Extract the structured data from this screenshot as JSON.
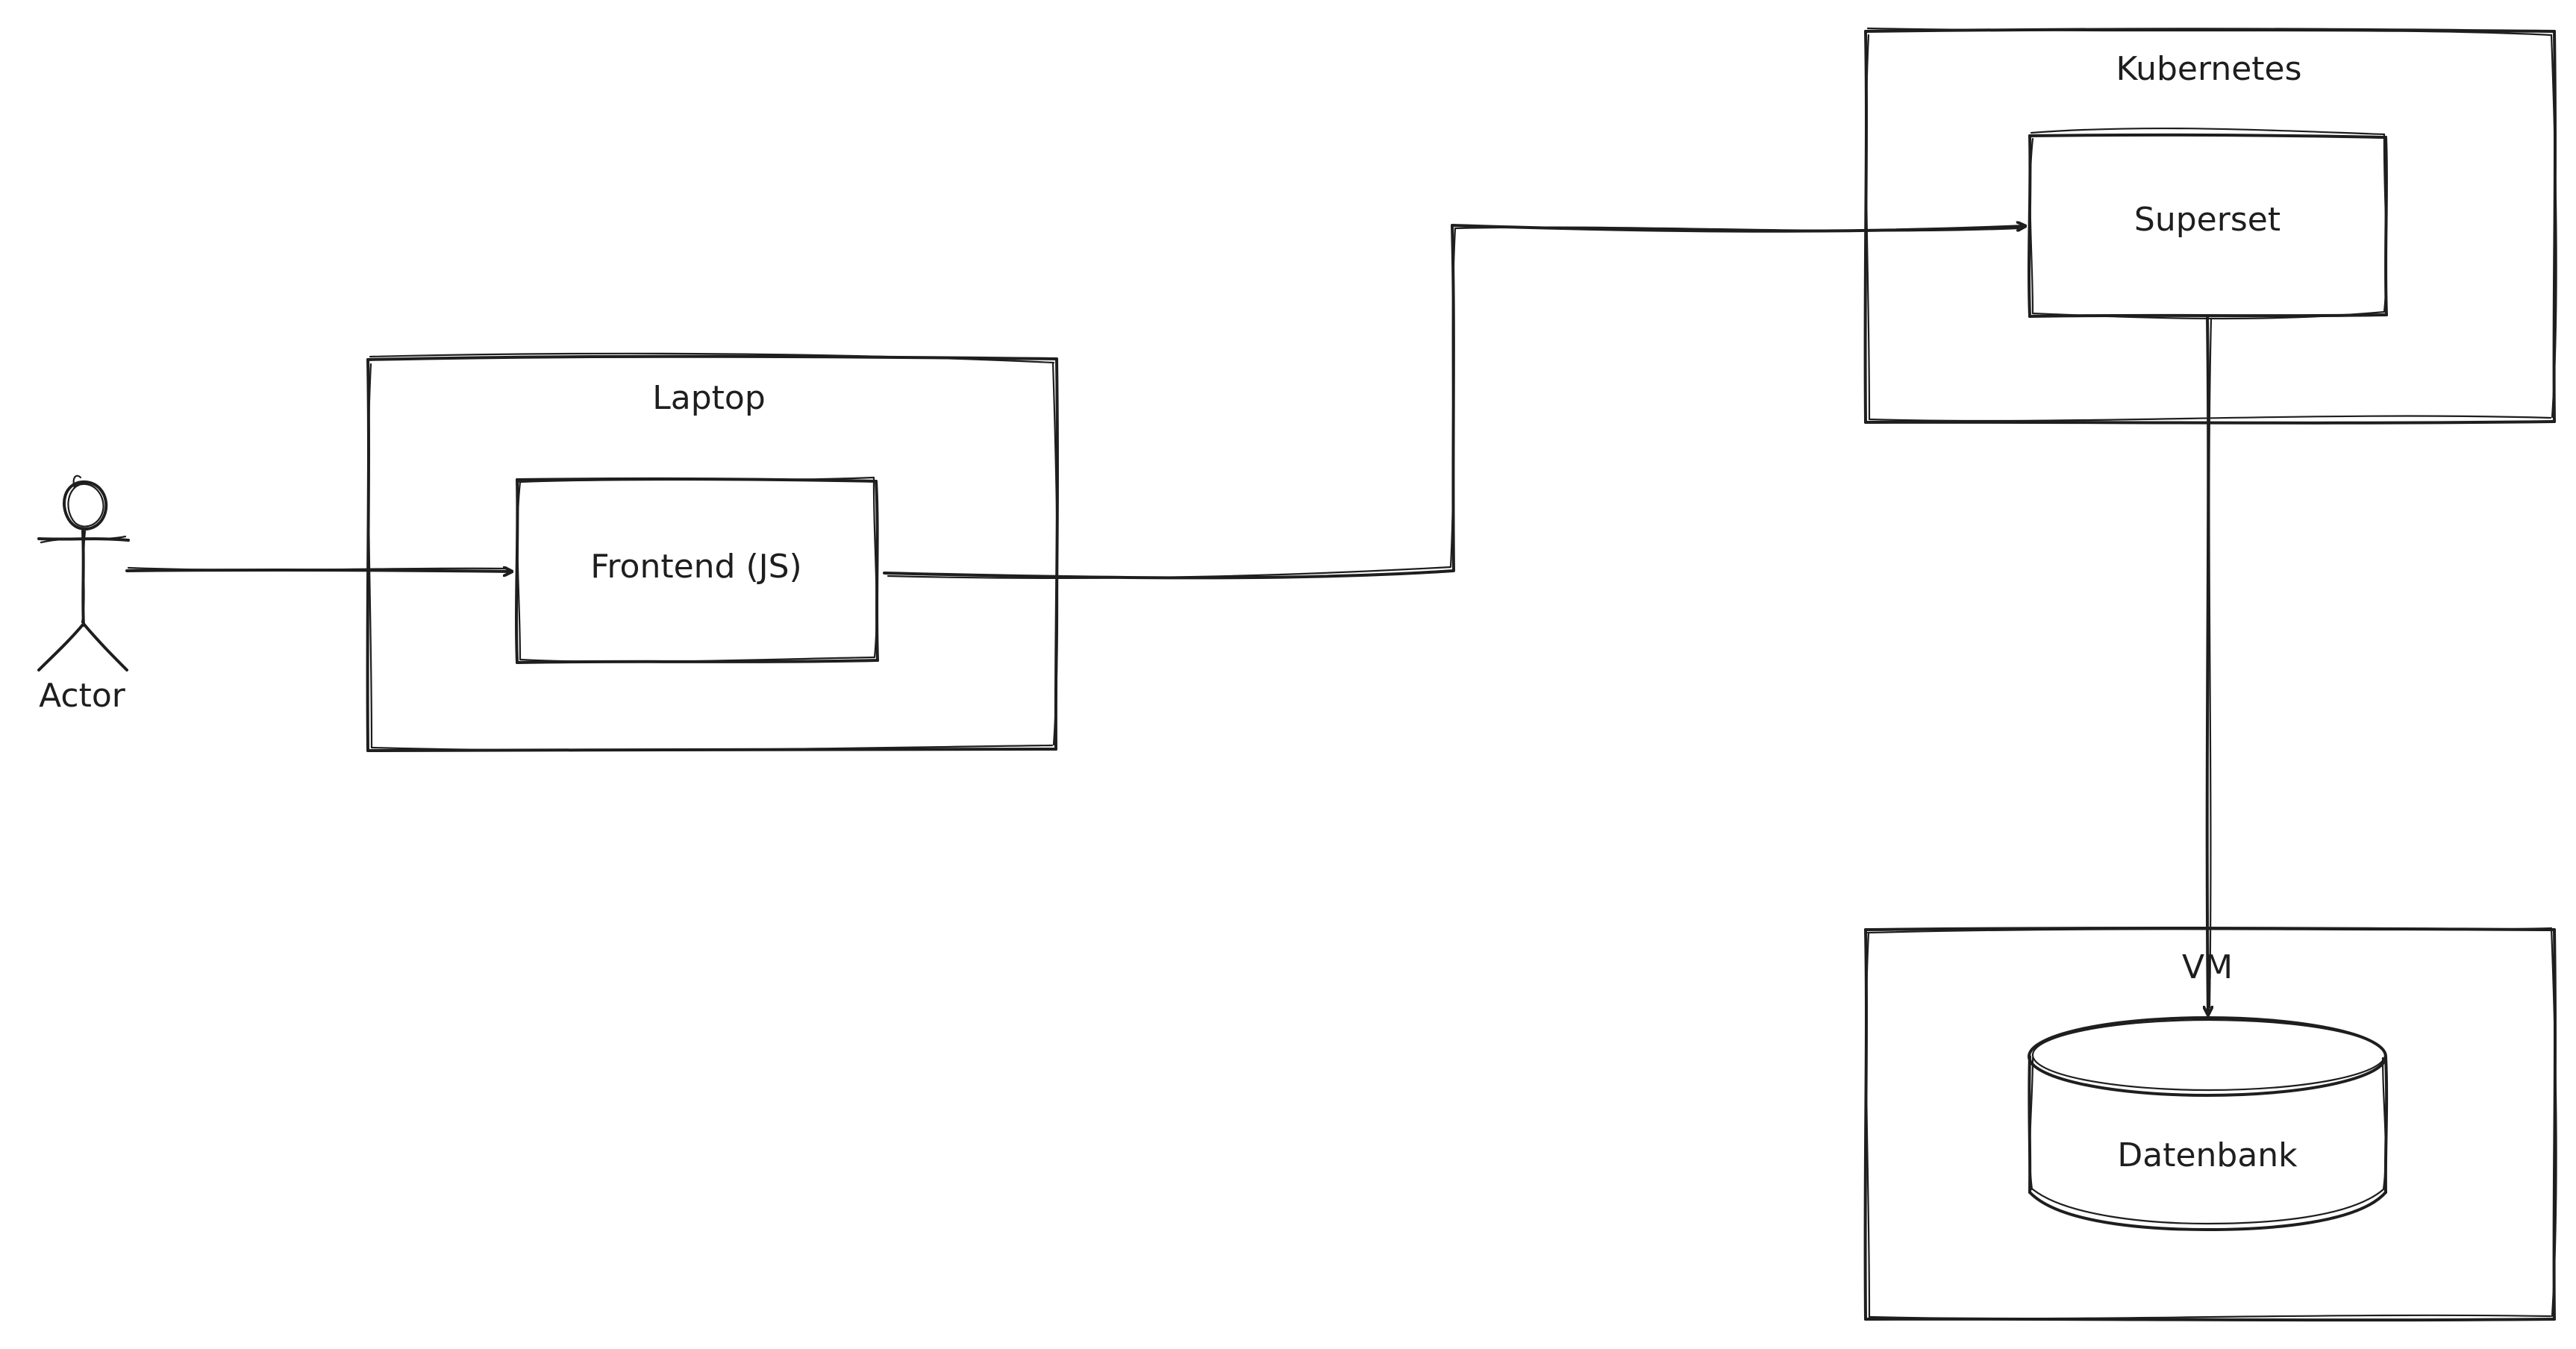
{
  "diagram": {
    "actor": {
      "label": "Actor"
    },
    "containers": {
      "laptop": {
        "label": "Laptop"
      },
      "kubernetes": {
        "label": "Kubernetes"
      },
      "vm": {
        "label": "VM"
      }
    },
    "nodes": {
      "frontend": {
        "label": "Frontend (JS)"
      },
      "superset": {
        "label": "Superset"
      },
      "database": {
        "label": "Datenbank"
      }
    },
    "colors": {
      "stroke": "#1e1e1e",
      "background": "#ffffff"
    }
  }
}
